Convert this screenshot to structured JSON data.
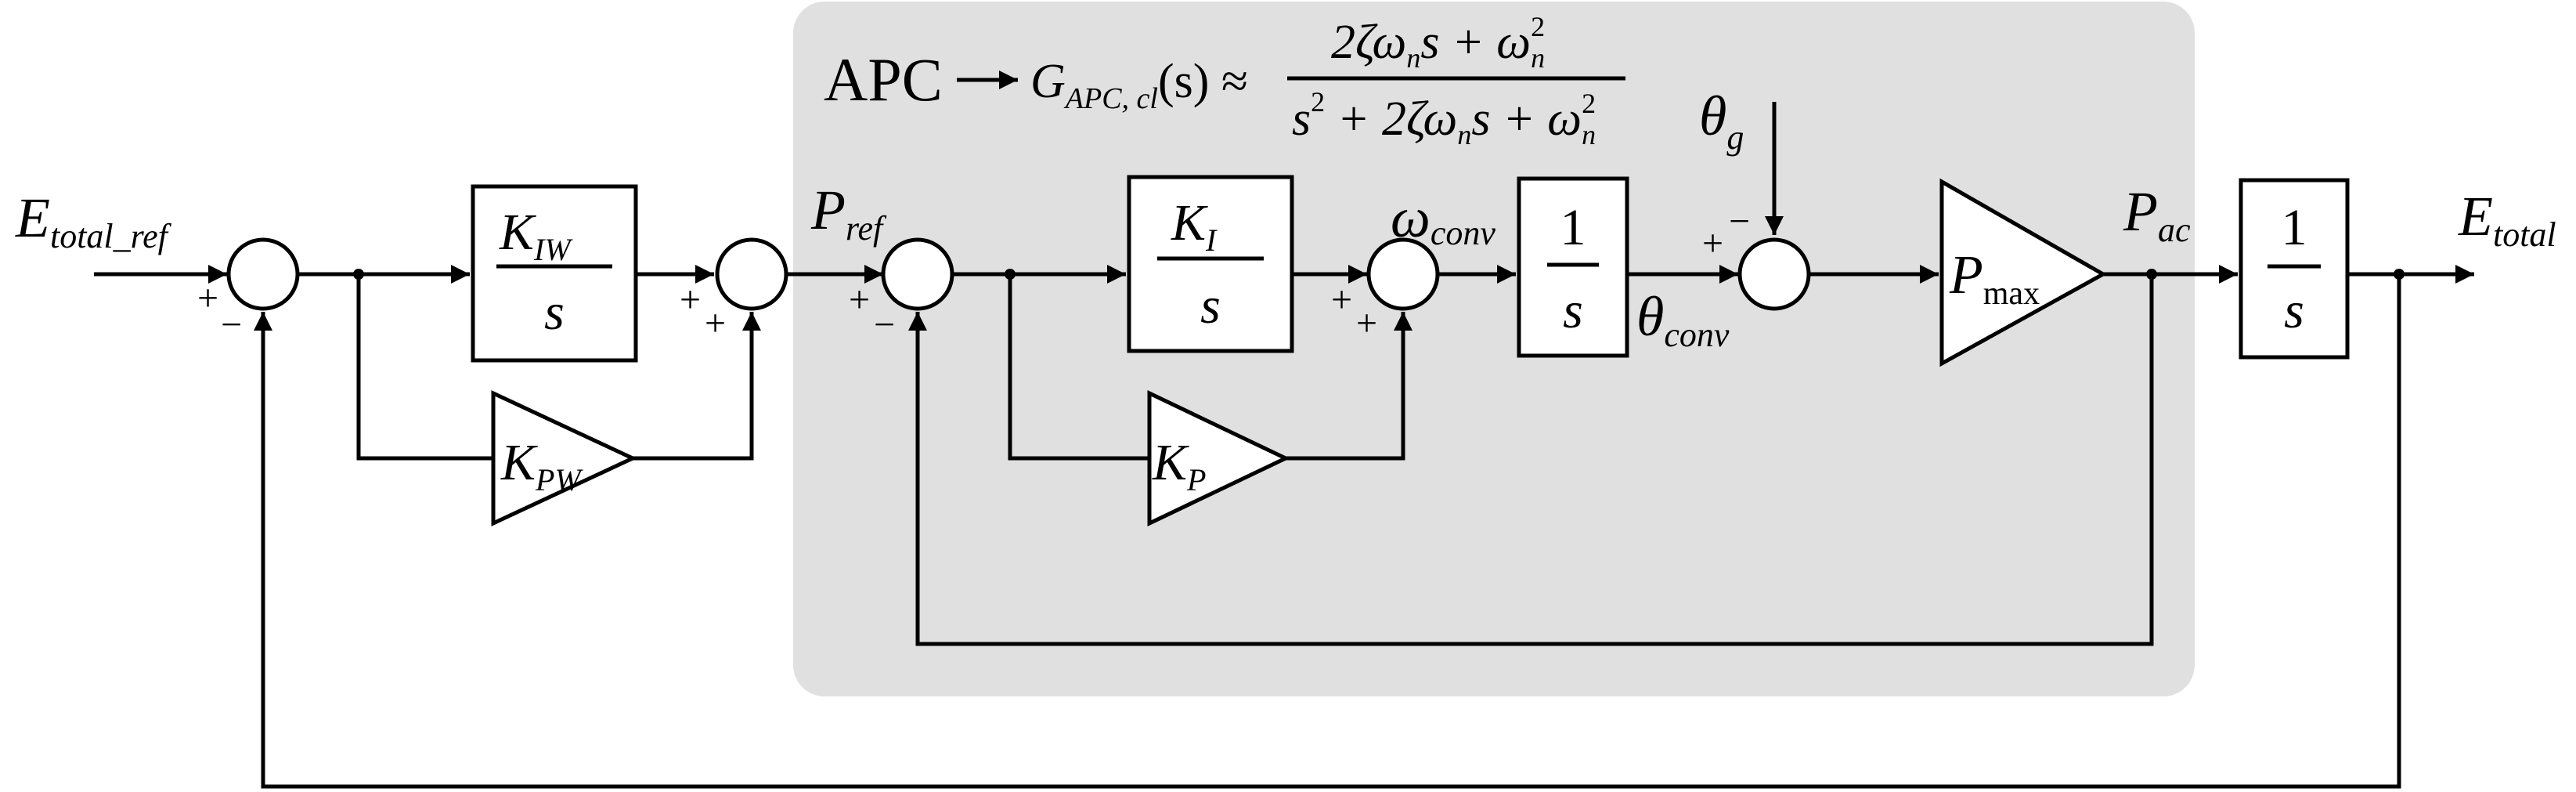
{
  "colors": {
    "region_fill": "#e0e0e0",
    "stroke": "#000000",
    "background": "#ffffff"
  },
  "apc": {
    "name": "APC",
    "tf_G": "G",
    "tf_sub": "APC, cl",
    "tf_arg": "(s) ≈",
    "num_a": "2ζω",
    "num_n": "n",
    "num_b": "s + ω",
    "num_n2": "n",
    "num_sq": "2",
    "den_a": "s",
    "den_sq": "2",
    "den_b": " + 2ζω",
    "den_n": "n",
    "den_c": "s + ω",
    "den_n2": "n",
    "den_sq2": "2"
  },
  "signals": {
    "etotal_ref_main": "E",
    "etotal_ref_sub": "total_ref",
    "pref_main": "P",
    "pref_sub": "ref",
    "omega_main": "ω",
    "omega_sub": "conv",
    "theta_conv_main": "θ",
    "theta_conv_sub": "conv",
    "theta_g_main": "θ",
    "theta_g_sub": "g",
    "pac_main": "P",
    "pac_sub": "ac",
    "etotal_main": "E",
    "etotal_sub": "total"
  },
  "blocks": {
    "kiw_num_main": "K",
    "kiw_num_sub": "IW",
    "kiw_den": "s",
    "kpw_main": "K",
    "kpw_sub": "PW",
    "ki_num_main": "K",
    "ki_num_sub": "I",
    "ki_den": "s",
    "kp_main": "K",
    "kp_sub": "P",
    "int1_num": "1",
    "int1_den": "s",
    "pmax_main": "P",
    "pmax_sub": "max",
    "int2_num": "1",
    "int2_den": "s"
  },
  "signs": {
    "sum1_top": "+",
    "sum1_bottom": "−",
    "sum2_left": "+",
    "sum2_bottom": "+",
    "sum3_top": "+",
    "sum3_bottom": "−",
    "sum4_left": "+",
    "sum4_bottom": "+",
    "sum5_left": "+",
    "sum5_top": "−"
  }
}
